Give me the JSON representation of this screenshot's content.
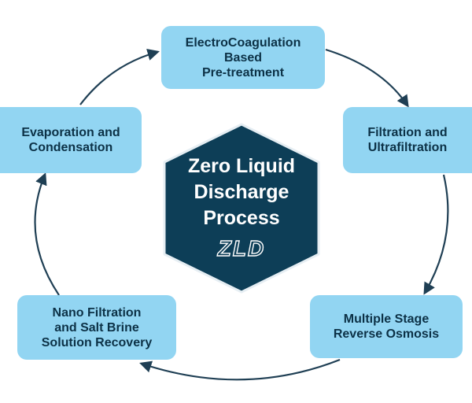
{
  "center": {
    "title_lines": [
      "Zero Liquid",
      "Discharge",
      "Process"
    ],
    "abbreviation": "ZLD"
  },
  "steps": [
    {
      "lines": [
        "ElectroCoagulation",
        "Based",
        "Pre-treatment"
      ]
    },
    {
      "lines": [
        "Filtration and",
        "Ultrafiltration"
      ]
    },
    {
      "lines": [
        "Multiple Stage",
        "Reverse Osmosis"
      ]
    },
    {
      "lines": [
        "Nano Filtration",
        "and Salt Brine",
        "Solution Recovery"
      ]
    },
    {
      "lines": [
        "Evaporation and",
        "Condensation"
      ]
    }
  ],
  "colors": {
    "box_fill": "#92d5f2",
    "text_dark": "#0c3146",
    "hexagon": "#0d3e57",
    "arrow": "#1f3f54"
  }
}
